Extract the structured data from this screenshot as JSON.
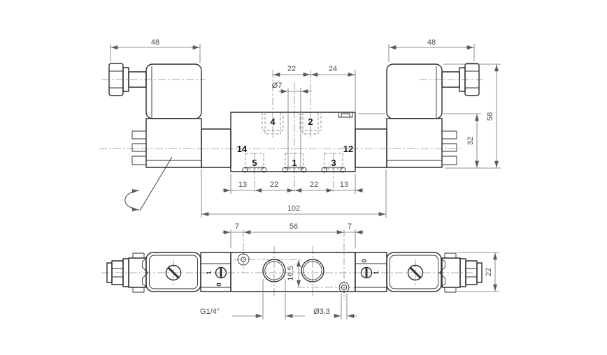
{
  "drawing": {
    "front_view": {
      "dims": {
        "left_solenoid_width": "48",
        "right_solenoid_width": "48",
        "top_port_spacing": "22",
        "top_port_to_edge": "24",
        "pilot_bore_dia": "Ø7",
        "edge_to_port5": "13",
        "port5_to_port1": "22",
        "port1_to_port3": "22",
        "port3_to_edge": "13",
        "overall_length": "102",
        "overall_height": "58",
        "body_height": "32"
      },
      "port_labels": {
        "p4": "4",
        "p2": "2",
        "p14": "14",
        "p12": "12",
        "p5": "5",
        "p1": "1",
        "p3": "3"
      }
    },
    "plan_view": {
      "dims": {
        "edge_to_pilot_left": "7",
        "pilot_spacing": "56",
        "edge_to_pilot_right": "7",
        "row_offset": "16,5",
        "port_thread": "G1/4''",
        "pilot_hole_dia": "Ø3,3",
        "body_depth": "22"
      },
      "override_left": {
        "pos_on": "1",
        "pos_off": "0"
      },
      "override_right": {
        "pos_on": "1",
        "pos_off": "0"
      }
    }
  }
}
